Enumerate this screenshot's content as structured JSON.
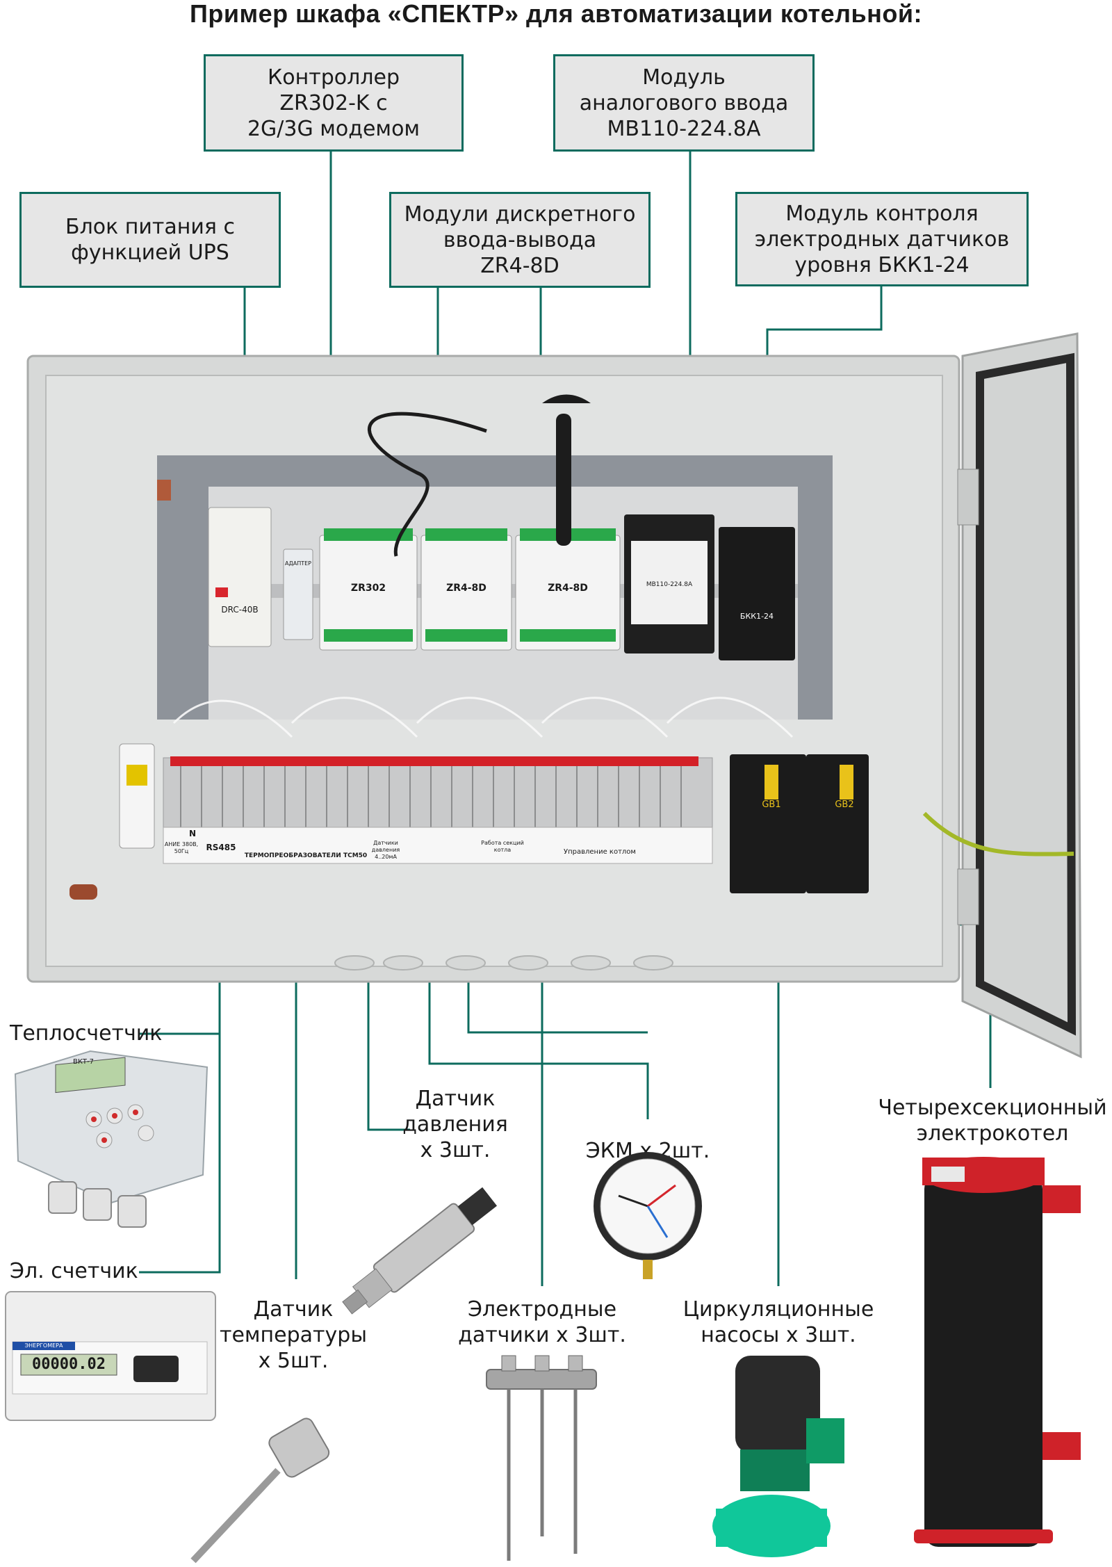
{
  "title": "Пример шкафа «СПЕКТР» для автоматизации котельной:",
  "colors": {
    "accent": "#0d6b5e",
    "callout_bg": "#e6e6e6",
    "cabinet": "#dcdedd",
    "panel": "#8e939a"
  },
  "callouts": {
    "controller": "Контроллер\nZR302-K с\n2G/3G модемом",
    "analog": "Модуль\nаналогового ввода\nМВ110-224.8А",
    "psu": "Блок питания с\nфункцией UPS",
    "discrete": "Модули дискретного\nввода-вывода\nZR4-8D",
    "level": "Модуль контроля\nэлектродных датчиков\nуровня БКК1-24"
  },
  "devices": {
    "heat_meter": "Теплосчетчик",
    "el_meter": "Эл. счетчик",
    "pressure": "Датчик\nдавления\nх 3шт.",
    "ekm": "ЭКМ х 2шт.",
    "boiler": "Четырехсекционный\nэлектрокотел",
    "temperature": "Датчик\nтемпературы\nх 5шт.",
    "electrodes": "Электродные\nдатчики х 3шт.",
    "pumps": "Циркуляционные\nнасосы х 3шт."
  },
  "module_labels": {
    "zr302": "ZR302",
    "zr4a": "ZR4-8D",
    "zr4b": "ZR4-8D",
    "mv110": "МВ110-224.8А",
    "bkk": "БКК1-24",
    "psu": "DRC-40B",
    "adapter": "АДАПТЕР"
  },
  "terminal_labels": {
    "rs485": "RS485",
    "tcm": "ТЕРМОПРЕОБРАЗОВАТЕЛИ ТСМ50",
    "pressure": "Датчики давления 4..20мА",
    "boiler_ctrl": "Управление котлом",
    "sections": "Работа секций котла",
    "n": "N",
    "power": "АНИЕ 380В, 50Гц"
  },
  "meter_display": "00000.02",
  "meter_brand": "ЭНЕРГОМЕРА",
  "heat_meter_model": "ВКТ-7",
  "battery_labels": [
    "GB1",
    "GB2"
  ]
}
